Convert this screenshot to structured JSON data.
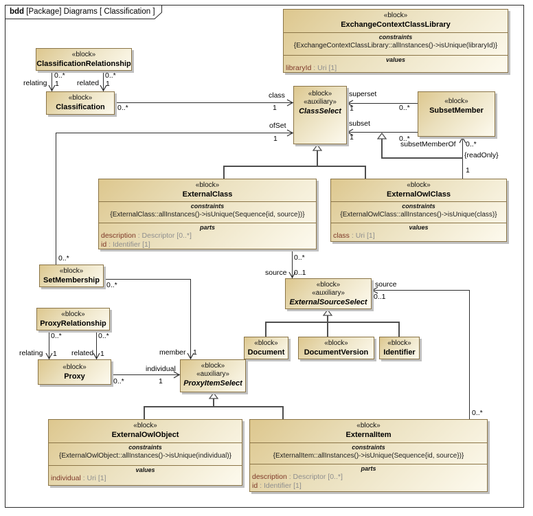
{
  "header": {
    "keyword": "bdd",
    "title": " [Package] Diagrams [ Classification ]"
  },
  "stereotypes": {
    "block": "«block»",
    "auxiliary": "«auxiliary»"
  },
  "compartment_labels": {
    "constraints": "constraints",
    "values": "values",
    "parts": "parts"
  },
  "mults": {
    "many": "0..*",
    "one": "1",
    "zero_one": "0..1"
  },
  "roles": {
    "relating": "relating",
    "related": "related",
    "class": "class",
    "ofSet": "ofSet",
    "superset": "superset",
    "subset": "subset",
    "subset_member_of": "subsetMemberOf",
    "read_only": "{readOnly}",
    "member": "member",
    "individual": "individual",
    "source": "source"
  },
  "colors": {
    "block_fill_dark": "#ddc78e",
    "block_fill_light": "#fdfaee",
    "block_border": "#8a7446",
    "association_line": "#2e2e2e",
    "generalization_line": "#4e4e4e",
    "attribute_name": "#7d3727",
    "attribute_type": "#8e8e8e",
    "shadow": "#c0c0c0"
  },
  "blocks": {
    "classificationRelationship": {
      "name": "ClassificationRelationship"
    },
    "exchangeContextClassLibrary": {
      "name": "ExchangeContextClassLibrary",
      "constraint": "{ExchangeContextClassLibrary::allInstances()->isUnique(libraryId)}",
      "values": [
        {
          "name": "libraryId",
          "type": " : Uri [1]"
        }
      ]
    },
    "classification": {
      "name": "Classification"
    },
    "classSelect": {
      "name": "ClassSelect"
    },
    "subsetMember": {
      "name": "SubsetMember"
    },
    "externalClass": {
      "name": "ExternalClass",
      "constraint": "{ExternalClass::allInstances()->isUnique(Sequence{id, source})}",
      "parts": [
        {
          "name": "description",
          "type": " : Descriptor [0..*]"
        },
        {
          "name": "id",
          "type": " : Identifier [1]"
        }
      ]
    },
    "externalOwlClass": {
      "name": "ExternalOwlClass",
      "constraint": "{ExternalOwlClass::allInstances()->isUnique(class)}",
      "values": [
        {
          "name": "class",
          "type": " : Uri [1]"
        }
      ]
    },
    "setMembership": {
      "name": "SetMembership"
    },
    "proxyRelationship": {
      "name": "ProxyRelationship"
    },
    "proxy": {
      "name": "Proxy"
    },
    "proxyItemSelect": {
      "name": "ProxyItemSelect"
    },
    "externalSourceSelect": {
      "name": "ExternalSourceSelect"
    },
    "document": {
      "name": "Document"
    },
    "documentVersion": {
      "name": "DocumentVersion"
    },
    "identifier": {
      "name": "Identifier"
    },
    "externalOwlObject": {
      "name": "ExternalOwlObject",
      "constraint": "{ExternalOwlObject::allInstances()->isUnique(individual)}",
      "values": [
        {
          "name": "individual",
          "type": " : Uri [1]"
        }
      ]
    },
    "externalItem": {
      "name": "ExternalItem",
      "constraint": "{ExternalItem::allInstances()->isUnique(Sequence{id, source})}",
      "parts": [
        {
          "name": "description",
          "type": " : Descriptor [0..*]"
        },
        {
          "name": "id",
          "type": " : Identifier [1]"
        }
      ]
    }
  }
}
